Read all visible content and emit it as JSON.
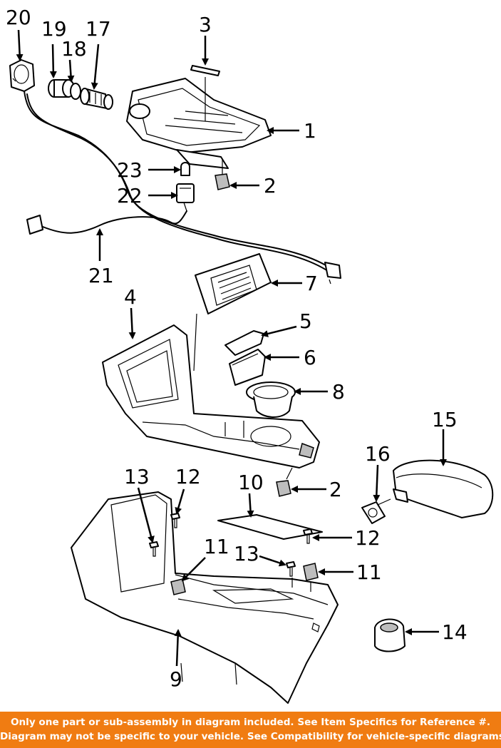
{
  "callouts": {
    "n1": "1",
    "n2a": "2",
    "n2b": "2",
    "n3": "3",
    "n4": "4",
    "n5": "5",
    "n6": "6",
    "n7": "7",
    "n8": "8",
    "n9": "9",
    "n10": "10",
    "n11a": "11",
    "n11b": "11",
    "n12a": "12",
    "n12b": "12",
    "n13a": "13",
    "n13b": "13",
    "n14": "14",
    "n15": "15",
    "n16": "16",
    "n17": "17",
    "n18": "18",
    "n19": "19",
    "n20": "20",
    "n21": "21",
    "n22": "22",
    "n23": "23"
  },
  "banner": {
    "line1": "Only one part or sub-assembly in diagram included. See Item Specifics for Reference #.",
    "line2": "Diagram may not be specific to your vehicle. See Compatibility for vehicle-specific diagrams."
  },
  "colors": {
    "banner_bg": "#f07c12",
    "banner_text": "#ffffff",
    "line_art": "#000000"
  }
}
